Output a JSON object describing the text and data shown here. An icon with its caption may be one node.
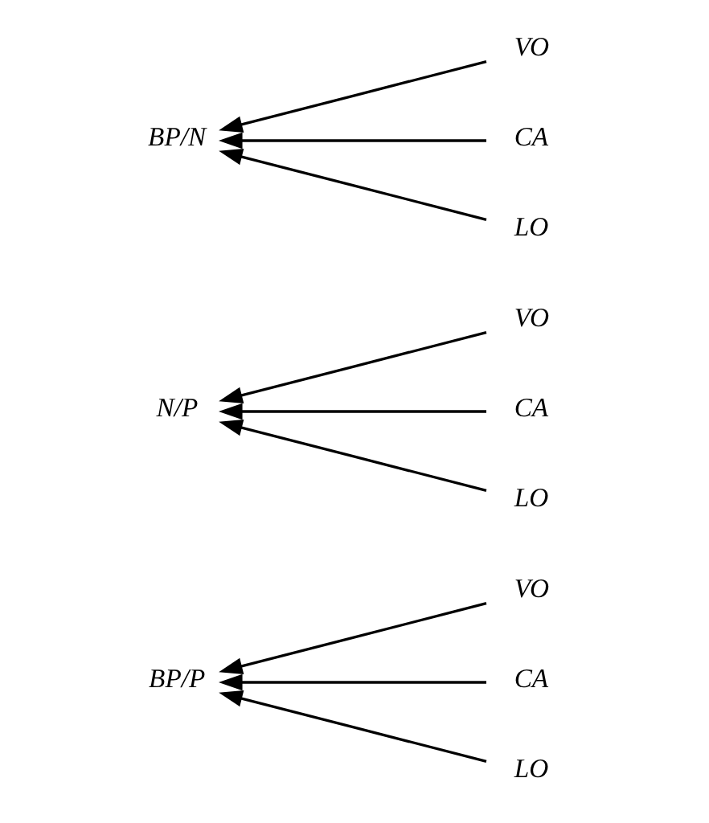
{
  "diagram": {
    "nodes": [
      {
        "text": [
          "BP/P"
        ]
      },
      {
        "text": [
          "VO"
        ]
      },
      {
        "text": [
          "CA"
        ]
      },
      {
        "text": [
          "LO"
        ]
      },
      {
        "text": [
          "N/P"
        ]
      },
      {
        "text": [
          "VO"
        ]
      },
      {
        "text": [
          "CA"
        ]
      },
      {
        "text": [
          "LO"
        ]
      },
      {
        "text": [
          "BP/N"
        ]
      },
      {
        "text": [
          "VO"
        ]
      },
      {
        "text": [
          "CA"
        ]
      },
      {
        "text": [
          "LO"
        ]
      }
    ],
    "edges": [
      {
        "from": 1,
        "to": 0,
        "arrow": "to"
      },
      {
        "from": 2,
        "to": 0,
        "arrow": "to"
      },
      {
        "from": 3,
        "to": 0,
        "arrow": "to"
      },
      {
        "from": 5,
        "to": 4,
        "arrow": "to"
      },
      {
        "from": 6,
        "to": 4,
        "arrow": "to"
      },
      {
        "from": 7,
        "to": 4,
        "arrow": "to"
      },
      {
        "from": 9,
        "to": 8,
        "arrow": "to"
      },
      {
        "from": 10,
        "to": 8,
        "arrow": "to"
      },
      {
        "from": 11,
        "to": 8,
        "arrow": "to"
      }
    ]
  }
}
